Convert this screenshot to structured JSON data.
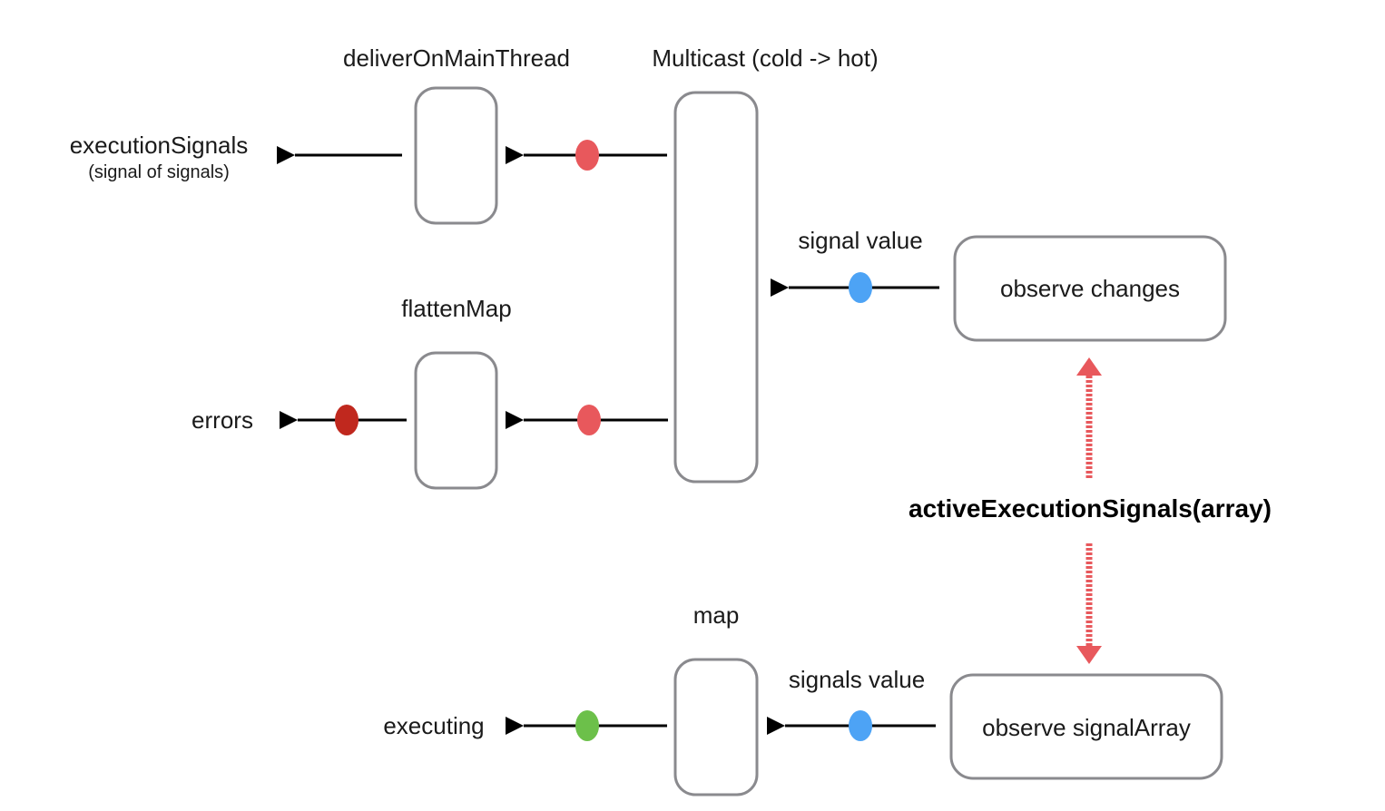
{
  "colors": {
    "box_stroke": "#8a8a8e",
    "arrow": "#000000",
    "red_dot": "#e8585c",
    "dark_red_dot": "#c0281e",
    "blue_dot": "#4da3f5",
    "green_dot": "#6cc04a",
    "dashed_arrow": "#e8585c"
  },
  "labels": {
    "deliver_on_main_thread": "deliverOnMainThread",
    "multicast": "Multicast (cold -> hot)",
    "execution_signals": "executionSignals",
    "execution_signals_sub": "(signal of signals)",
    "signal_value": "signal value",
    "observe_changes": "observe changes",
    "flatten_map": "flattenMap",
    "errors": "errors",
    "active_execution_signals": "activeExecutionSignals(array)",
    "map": "map",
    "signals_value": "signals value",
    "executing": "executing",
    "observe_signal_array": "observe signalArray"
  }
}
